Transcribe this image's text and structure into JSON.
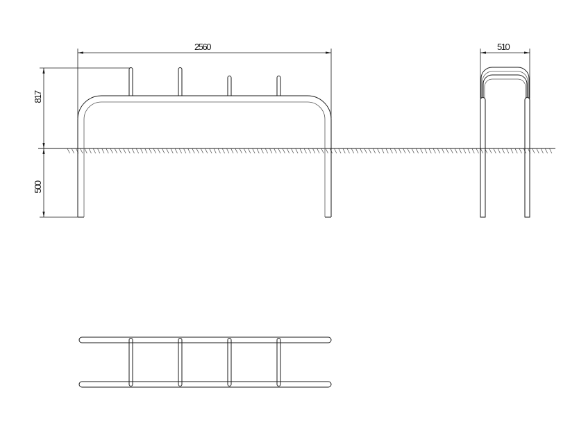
{
  "drawing": {
    "type": "technical drawing - bicycle rack / barrier",
    "views": [
      "front-elevation",
      "side-elevation",
      "plan-view"
    ],
    "dimensions": {
      "overall_width": "2560",
      "height_above_ground": "817",
      "depth_below_ground": "500",
      "side_width": "510"
    },
    "line_color": "#1a1a1a",
    "background": "#ffffff",
    "posts_count": 4
  }
}
